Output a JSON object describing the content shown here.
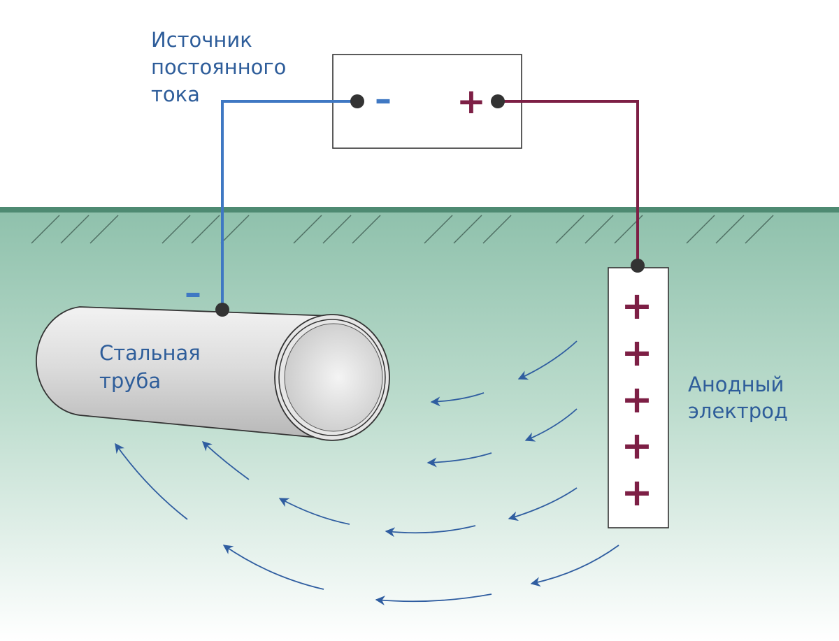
{
  "source": {
    "label_lines": [
      "Источник",
      "постоянного",
      "тока"
    ],
    "minus_sign": "–",
    "plus_sign": "+"
  },
  "pipe": {
    "label_lines": [
      "Стальная",
      "труба"
    ],
    "polarity_sign": "–"
  },
  "anode": {
    "label_lines": [
      "Анодный",
      "электрод"
    ],
    "polarity_sign": "+"
  },
  "colors": {
    "negative_wire": "#3f78c3",
    "positive_wire": "#7d1f45",
    "label_text": "#2e5d9a",
    "ground_surface": "#4e8a72",
    "current_arrows": "#2f5da0"
  }
}
